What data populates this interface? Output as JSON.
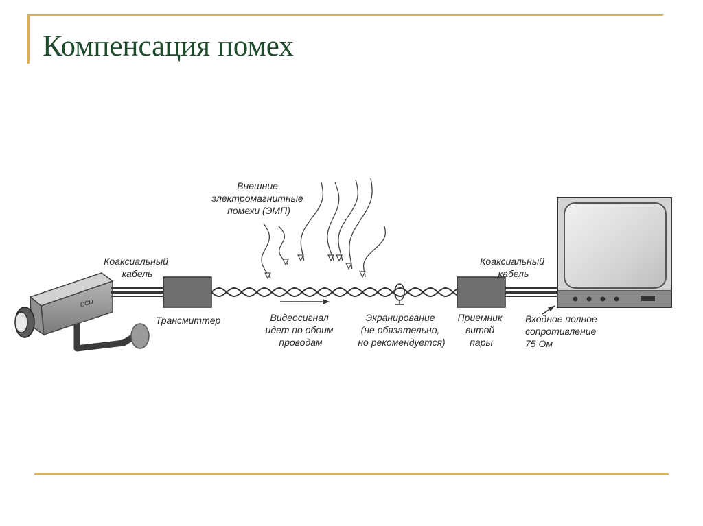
{
  "title": "Компенсация помех",
  "labels": {
    "emi": [
      "Внешние",
      "электромагнитные",
      "помехи (ЭМП)"
    ],
    "coax_left": [
      "Коаксиальный",
      "кабель"
    ],
    "coax_right": [
      "Коаксиальный",
      "кабель"
    ],
    "transmitter": "Трансмиттер",
    "signal": [
      "Видеосигнал",
      "идет по обоим",
      "проводам"
    ],
    "shielding": [
      "Экранирование",
      "(не обязательно,",
      "но рекомендуется)"
    ],
    "receiver": [
      "Приемник",
      "витой",
      "пары"
    ],
    "impedance": [
      "Входное полное",
      "сопротивление",
      "75 Ом"
    ],
    "camera_brand": "CCD"
  },
  "colors": {
    "title": "#1e4b2c",
    "rule": "#d9b15a",
    "box": "#6e6e6e",
    "line": "#333333"
  }
}
